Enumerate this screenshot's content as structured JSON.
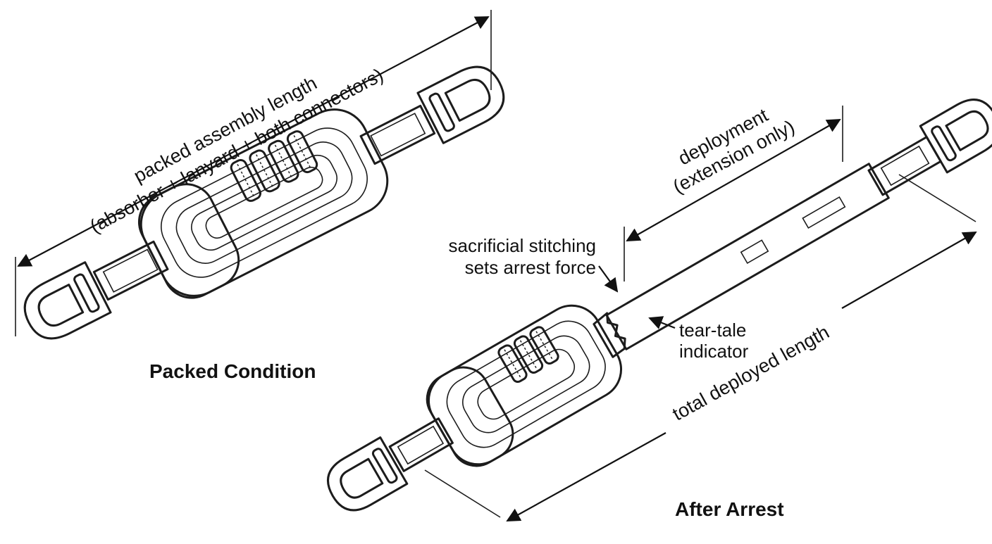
{
  "packed": {
    "dimension_label_line1": "packed assembly length",
    "dimension_label_line2": "(absorber + lanyard + both connectors)",
    "caption": "Packed Condition"
  },
  "deployed": {
    "deployment_label_line1": "deployment",
    "deployment_label_line2": "(extension only)",
    "stitching_label_line1": "sacrificial stitching",
    "stitching_label_line2": "sets arrest force",
    "tear_tale_line1": "tear-tale",
    "tear_tale_line2": "indicator",
    "total_label": "total deployed length",
    "caption": "After Arrest"
  },
  "colors": {
    "ink": "#1c1c1c",
    "pack_light": "#e6e6e6",
    "pack_mid": "#cfcfcf",
    "pack_dark": "#a9a9a9",
    "webbing": "#eeeeee"
  }
}
